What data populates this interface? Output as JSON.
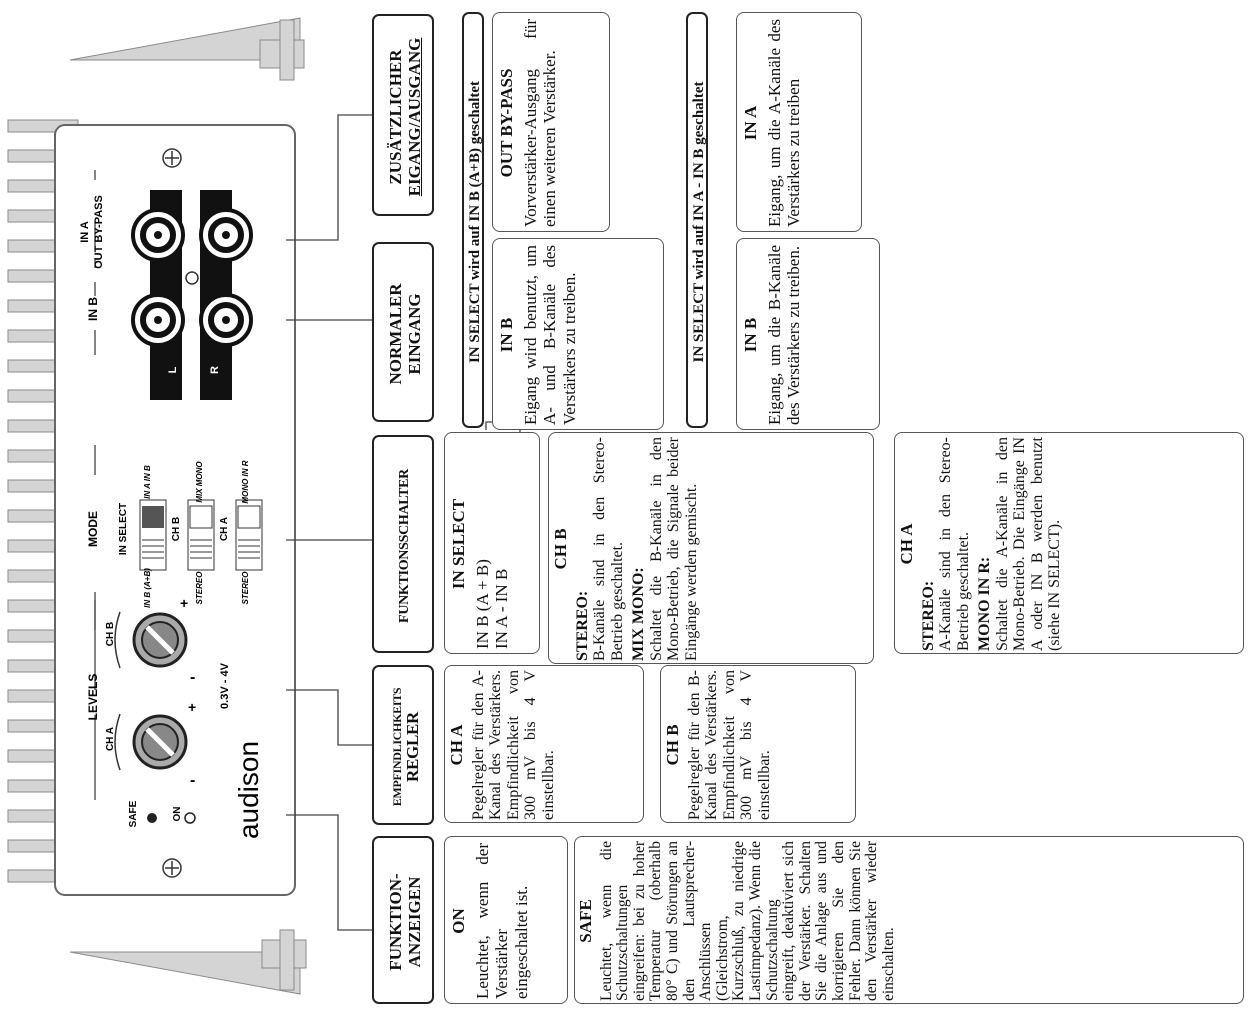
{
  "amp": {
    "brand": "audison",
    "levels_label": "LEVELS",
    "mode_label": "MODE",
    "ch_a": "CH A",
    "ch_b": "CH B",
    "voltage": "0.3V - 4V",
    "safe": "SAFE",
    "on": "ON",
    "in_b": "IN B",
    "in_a": "IN A",
    "out_bypass": "OUT BY-PASS",
    "in_select": "IN SELECT",
    "in_b_ab": "IN B (A+B)",
    "in_a_in_b": "IN A IN B",
    "mix_mono": "MIX MONO",
    "stereo": "STEREO",
    "mono_in_r": "MONO IN R",
    "plus": "+",
    "minus": "-",
    "left": "L",
    "right": "R"
  },
  "headers": {
    "funktion_anzeigen": [
      "FUNKTION-",
      "ANZEIGEN"
    ],
    "empfindlichkeit": [
      "EMPFINDLICHKEITS",
      "REGLER"
    ],
    "funktionsschalter": [
      "FUNKTIONSSCHALTER"
    ],
    "normaler_eingang": [
      "NORMALER",
      "EINGANG"
    ],
    "zusaetzlicher": [
      "ZUSÄTZLICHER",
      "EIGANG/AUSGANG"
    ]
  },
  "selectors": {
    "ab": "IN SELECT wird auf IN B (A+B) geschaltet",
    "a_b": "IN SELECT wird auf IN A - IN B geschaltet"
  },
  "boxes": {
    "on": {
      "title": "ON",
      "text": "Leuchtet, wenn der Verstärker eingeschaltet ist."
    },
    "safe": {
      "title": "SAFE",
      "text": "Leuchtet, wenn die Schutzschaltungen eingreifen: bei zu hoher Temperatur (oberhalb 80° C) und Störungen an den Lautsprecher-Anschlüssen (Gleichstrom, Kurzschluß, zu niedrige Lastimpedanz). Wenn die Schutzschaltung eingreift, deaktiviert sich der Verstärker. Schalten Sie die Anlage aus und korrigieren Sie den Fehler. Dann können Sie den Verstärker wieder einschalten."
    },
    "cha_level": {
      "title": "CH A",
      "text": "Pegelregler für den A-Kanal des Verstärkers. Empfindlichkeit von 300 mV bis 4 V einstellbar."
    },
    "chb_level": {
      "title": "CH B",
      "text": "Pegelregler für den B-Kanal des Verstärkers. Empfindlichkeit von 300 mV bis 4 V einstellbar."
    },
    "in_select": {
      "title": "IN SELECT",
      "line1": "IN B (A + B)",
      "line2": "IN A - IN B"
    },
    "chb_mode": {
      "title": "CH B",
      "sub1": "STEREO:",
      "text1": "B-Kanäle sind in den Stereo-Betrieb geschaltet.",
      "sub2": "MIX MONO:",
      "text2": "Schaltet die B-Kanäle in den Mono-Betrieb, die Signale beider Eingänge werden gemischt."
    },
    "cha_mode": {
      "title": "CH A",
      "sub1": "STEREO:",
      "text1": "A-Kanäle sind in den Stereo-Betrieb geschaltet.",
      "sub2": "MONO IN R:",
      "text2": "Schaltet die A-Kanäle in den Mono-Betrieb. Die Eingänge IN A oder IN B werden benutzt (siehe IN SELECT)."
    },
    "inb_ab": {
      "title": "IN B",
      "text": "Eigang wird benutzt, um A- und B-Kanäle des Verstärkers zu treiben."
    },
    "outbypass": {
      "title": "OUT BY-PASS",
      "text": "Vorverstärker-Ausgang für einen weiteren Verstärker."
    },
    "inb_sep": {
      "title": "IN B",
      "text": "Eigang, um die B-Kanäle des Verstärkers zu treiben."
    },
    "ina_sep": {
      "title": "IN A",
      "text": "Eigang, um die A-Kanäle des Verstärkers zu treiben"
    }
  }
}
